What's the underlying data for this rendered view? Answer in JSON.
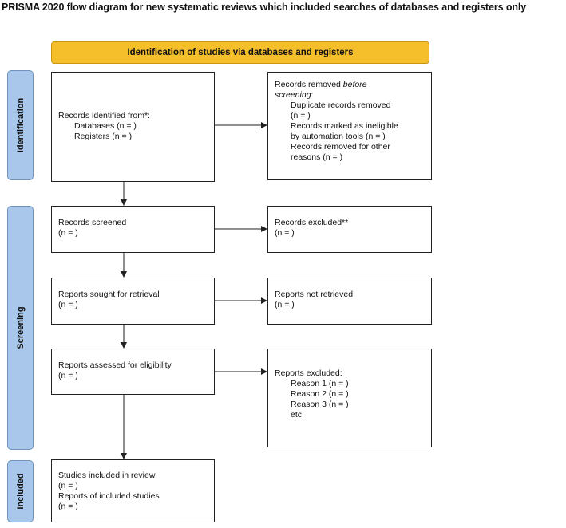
{
  "title": "PRISMA 2020 flow diagram for new systematic reviews which included searches of databases and registers only",
  "header": "Identification of studies via databases and registers",
  "phases": {
    "identification": "Identification",
    "screening": "Screening",
    "included": "Included"
  },
  "identified": {
    "line1": "Records identified from*:",
    "line2": "Databases (n = )",
    "line3": "Registers (n = )"
  },
  "removed": {
    "line1a": "Records removed ",
    "line1b": "before",
    "line2": "screening",
    "line2b": ":",
    "line3": "Duplicate records removed",
    "line4": "(n = )",
    "line5": "Records marked as ineligible",
    "line6": "by automation tools (n = )",
    "line7": "Records removed for other",
    "line8": "reasons (n = )"
  },
  "screened": {
    "line1": "Records screened",
    "line2": "(n = )"
  },
  "excluded": {
    "line1": "Records excluded**",
    "line2": "(n = )"
  },
  "sought": {
    "line1": "Reports sought for retrieval",
    "line2": "(n = )"
  },
  "not_retrieved": {
    "line1": "Reports not retrieved",
    "line2": "(n = )"
  },
  "assessed": {
    "line1": "Reports assessed for eligibility",
    "line2": "(n = )"
  },
  "reports_excluded": {
    "line1": "Reports excluded:",
    "line2": "Reason 1 (n = )",
    "line3": "Reason 2 (n = )",
    "line4": "Reason 3 (n = )",
    "line5": "etc."
  },
  "included": {
    "line1": "Studies included in review",
    "line2": "(n = )",
    "line3": "Reports of included studies",
    "line4": "(n = )"
  }
}
